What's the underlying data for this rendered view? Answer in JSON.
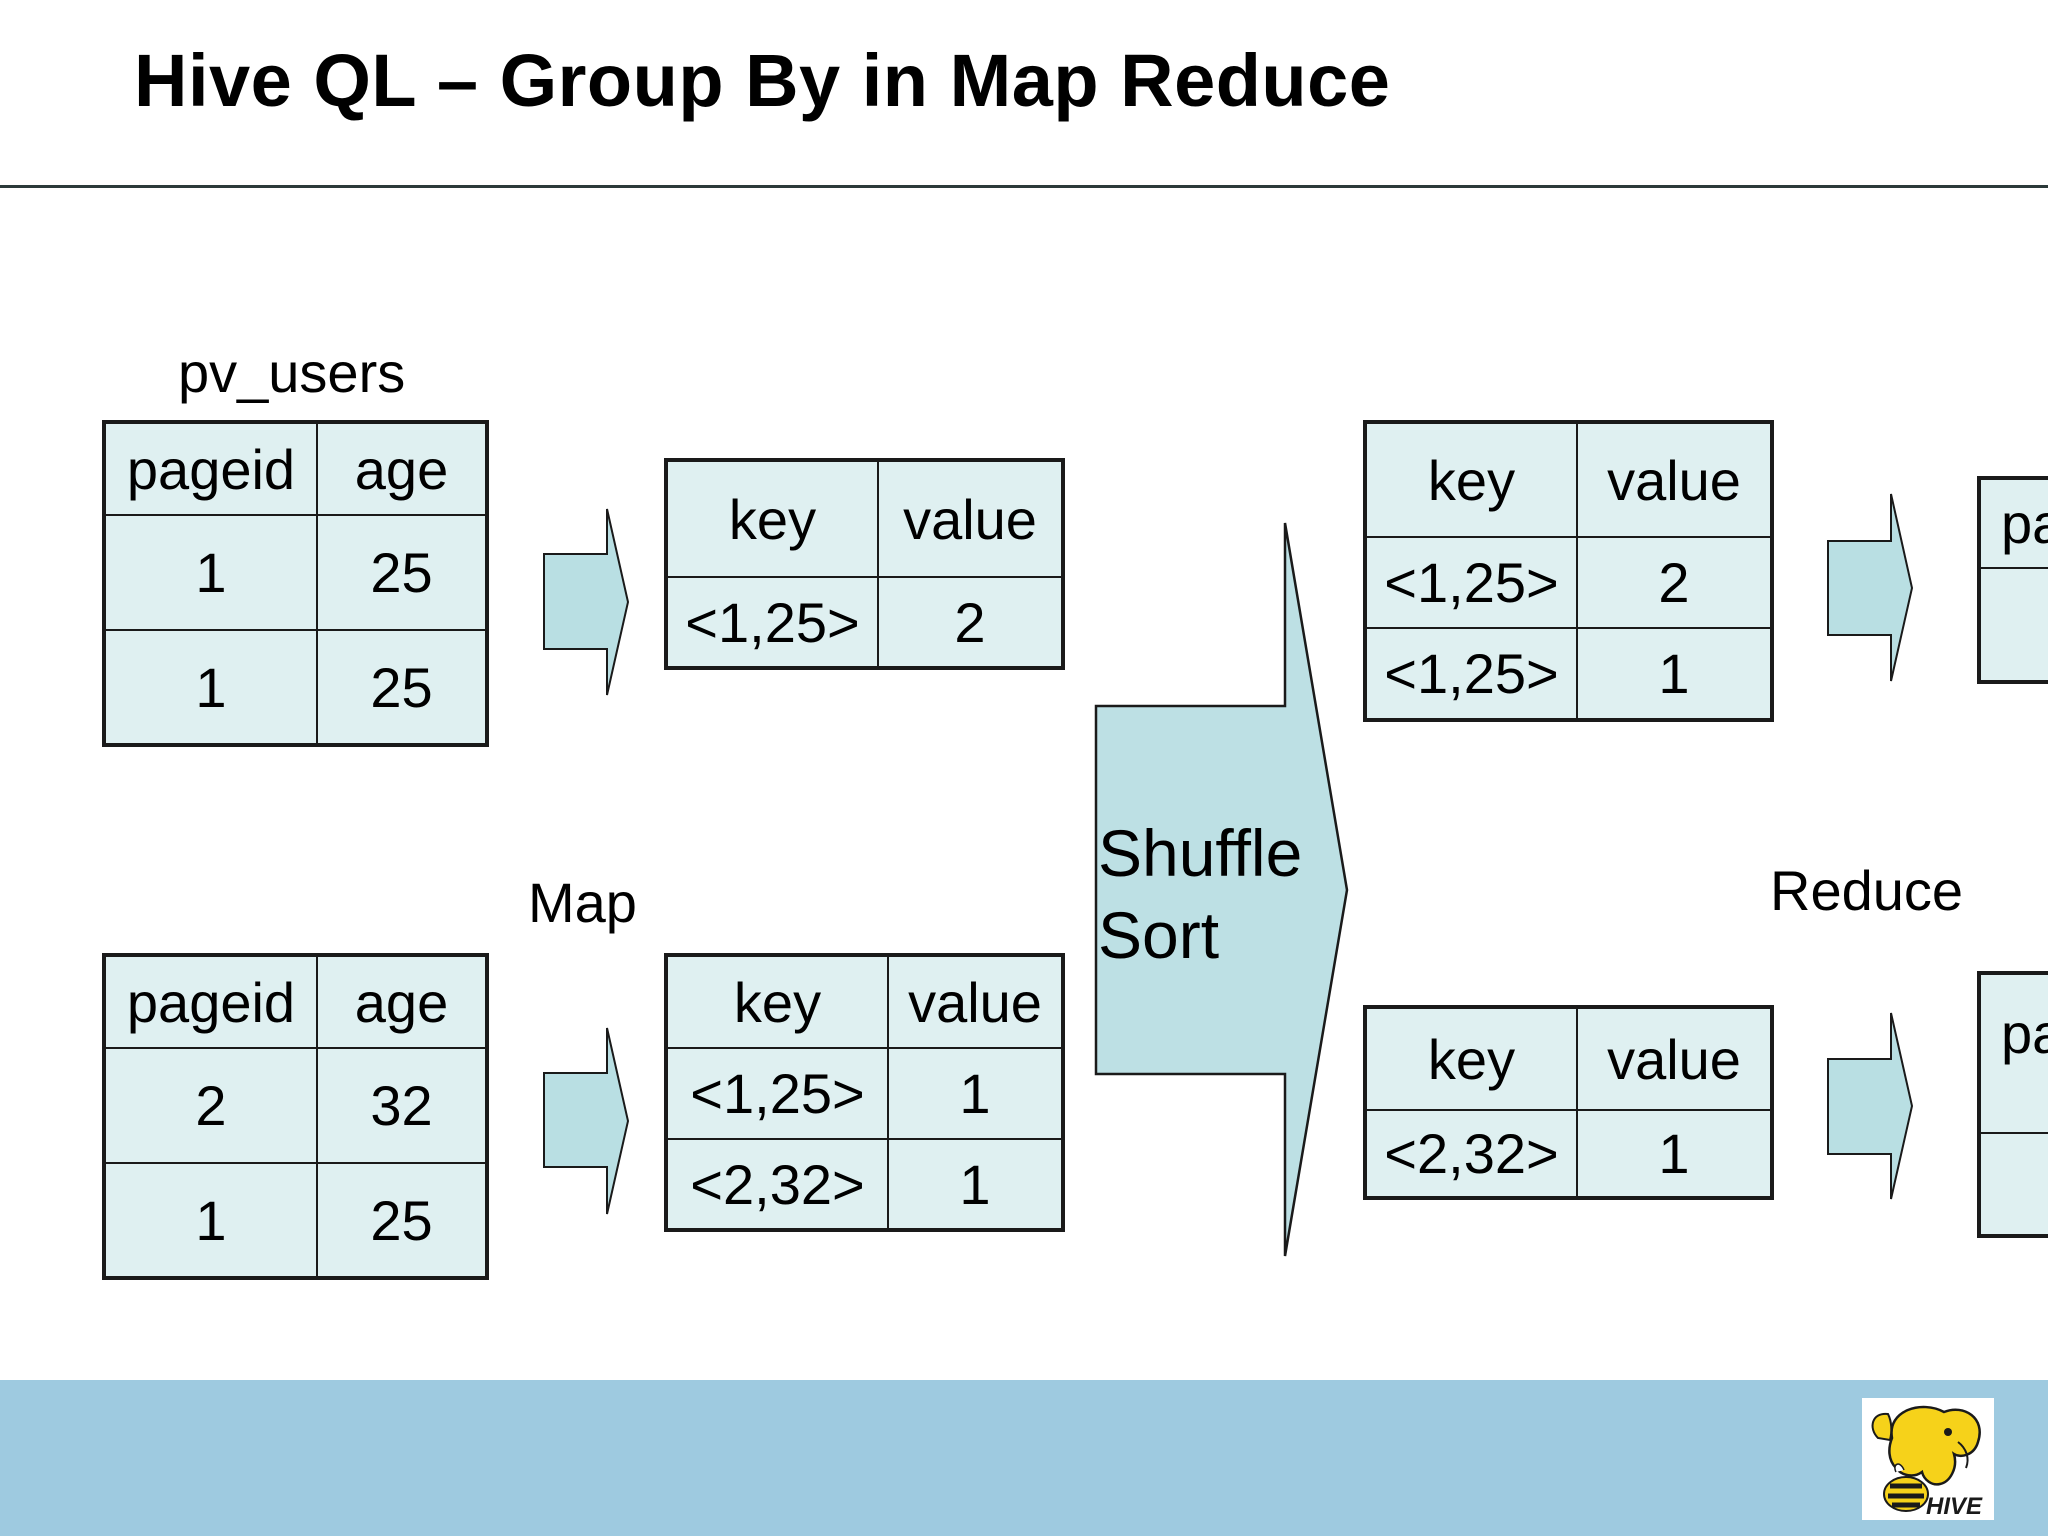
{
  "slide": {
    "title": "Hive QL – Group By in Map Reduce",
    "table_caption": "pv_users",
    "map_label": "Map",
    "shuffle_label_line1": "Shuffle",
    "shuffle_label_line2": "Sort",
    "reduce_label": "Reduce",
    "input_tables": [
      {
        "headers": [
          "pageid",
          "age"
        ],
        "rows": [
          [
            "1",
            "25"
          ],
          [
            "1",
            "25"
          ]
        ]
      },
      {
        "headers": [
          "pageid",
          "age"
        ],
        "rows": [
          [
            "2",
            "32"
          ],
          [
            "1",
            "25"
          ]
        ]
      }
    ],
    "map_output_tables": [
      {
        "headers": [
          "key",
          "value"
        ],
        "rows": [
          [
            "<1,25>",
            "2"
          ]
        ]
      },
      {
        "headers": [
          "key",
          "value"
        ],
        "rows": [
          [
            "<1,25>",
            "1"
          ],
          [
            "<2,32>",
            "1"
          ]
        ]
      }
    ],
    "shuffle_output_tables": [
      {
        "headers": [
          "key",
          "value"
        ],
        "rows": [
          [
            "<1,25>",
            "2"
          ],
          [
            "<1,25>",
            "1"
          ]
        ]
      },
      {
        "headers": [
          "key",
          "value"
        ],
        "rows": [
          [
            "<2,32>",
            "1"
          ]
        ]
      }
    ],
    "reduce_output_tables": [
      {
        "headers": [
          "pa"
        ]
      },
      {
        "headers": [
          "pa"
        ]
      }
    ],
    "logo_text": "HIVE"
  },
  "colors": {
    "table_fill": "#dff0f1",
    "arrow_fill": "#b9dfe3",
    "footer": "#9ecae0",
    "logo_yellow": "#f6d21a"
  }
}
